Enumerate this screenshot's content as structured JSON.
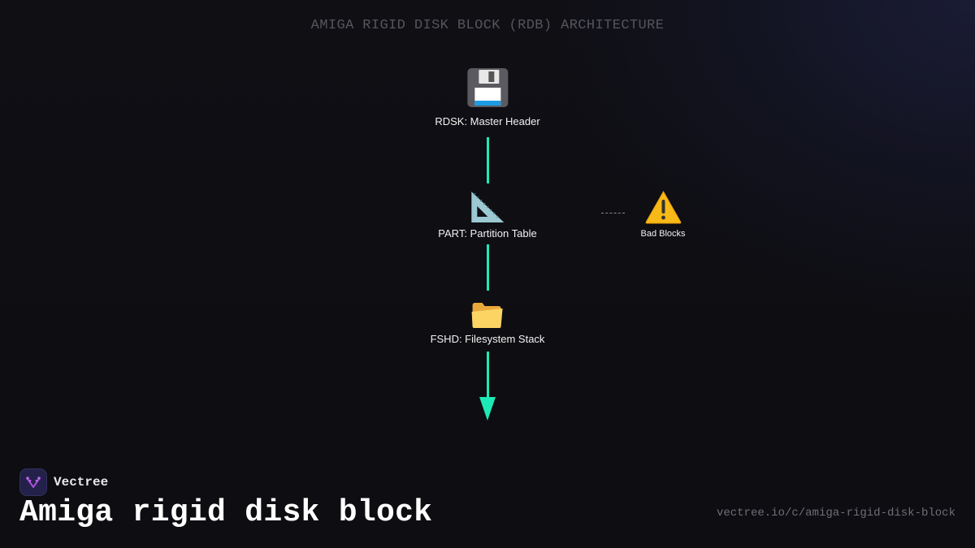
{
  "diagram": {
    "title": "AMIGA RIGID DISK BLOCK (RDB) ARCHITECTURE",
    "nodes": [
      {
        "id": "rdsk",
        "label": "RDSK: Master Header",
        "icon": "floppy-disk-icon"
      },
      {
        "id": "part",
        "label": "PART: Partition Table",
        "icon": "triangular-ruler-icon"
      },
      {
        "id": "fshd",
        "label": "FSHD: Filesystem Stack",
        "icon": "folder-icon"
      },
      {
        "id": "badblocks",
        "label": "Bad Blocks",
        "icon": "warning-icon"
      }
    ],
    "edges": [
      {
        "from": "rdsk",
        "to": "part",
        "style": "solid",
        "color": "#1de9b6"
      },
      {
        "from": "part",
        "to": "fshd",
        "style": "solid",
        "color": "#1de9b6"
      },
      {
        "from": "fshd",
        "to": "continues-down",
        "style": "solid-arrow",
        "color": "#1de9b6"
      },
      {
        "from": "part",
        "to": "badblocks",
        "style": "dashed",
        "color": "#8a8a92"
      }
    ]
  },
  "footer": {
    "brand": "Vectree",
    "title": "Amiga rigid disk block",
    "url": "vectree.io/c/amiga-rigid-disk-block"
  },
  "colors": {
    "background": "#0f0f14",
    "accent": "#1de9b6",
    "logo_bg": "#23214a",
    "logo_mark": "#a64fd8"
  }
}
